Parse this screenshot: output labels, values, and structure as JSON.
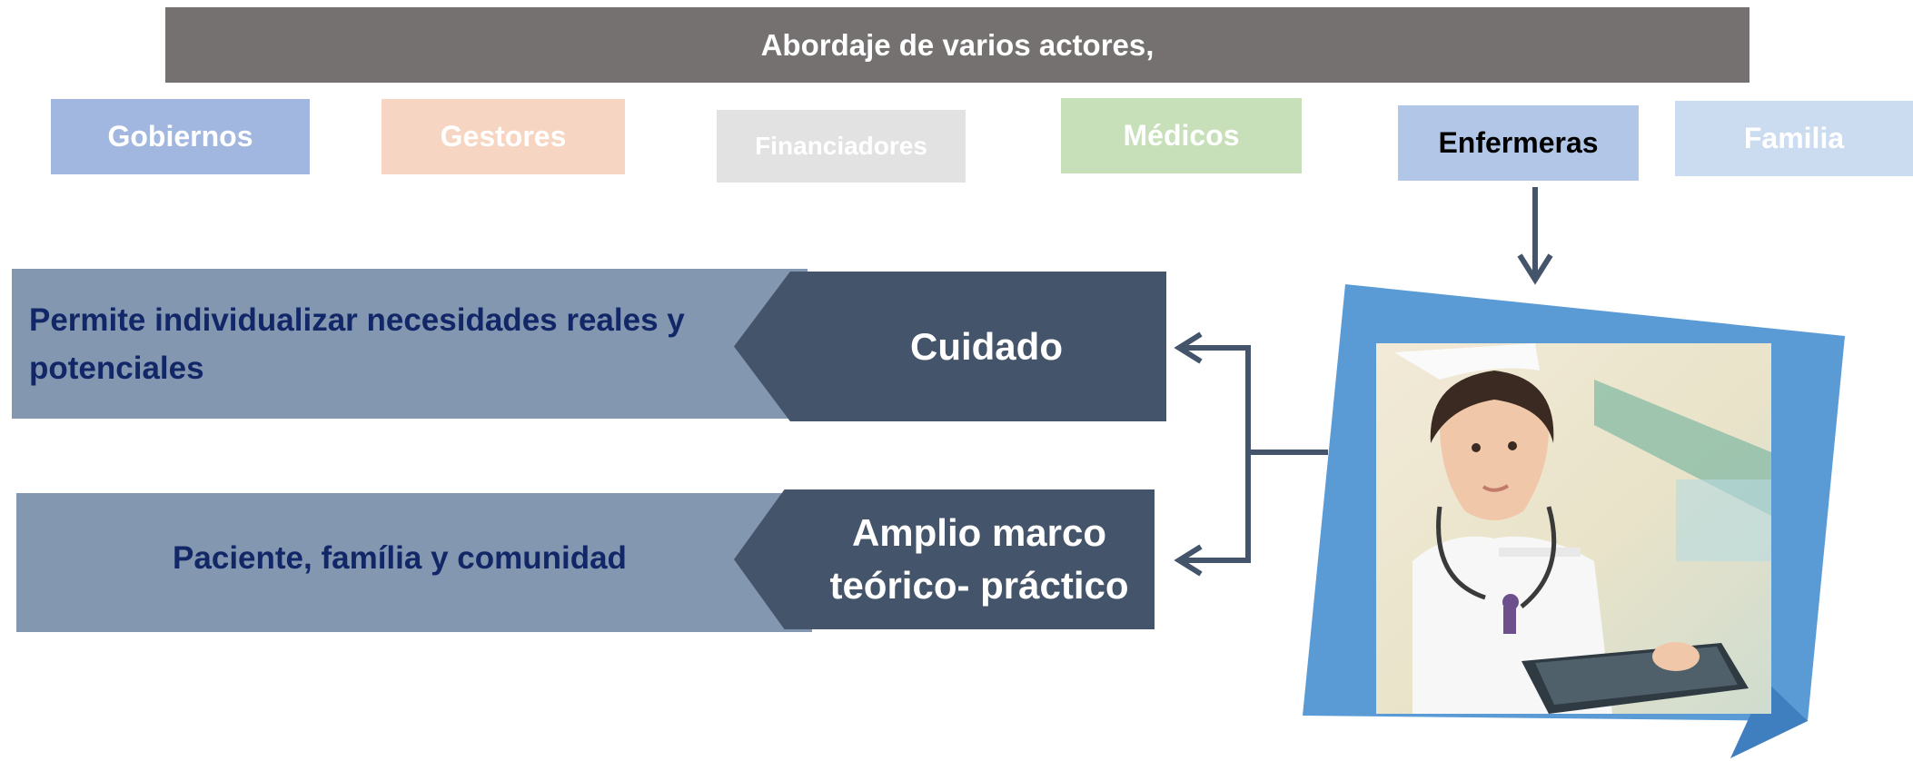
{
  "banner": {
    "title": "Abordaje de varios actores,"
  },
  "actors": [
    {
      "label": "Gobiernos"
    },
    {
      "label": "Gestores"
    },
    {
      "label": "Financiadores"
    },
    {
      "label": "Médicos"
    },
    {
      "label": "Enfermeras"
    },
    {
      "label": "Familia"
    }
  ],
  "rows": [
    {
      "description": "Permite individualizar necesidades  reales y potenciales",
      "concept": "Cuidado"
    },
    {
      "description": "Paciente, família y comunidad",
      "concept": "Amplio marco teórico- práctico"
    }
  ],
  "image": {
    "subject": "nurse-with-tablet"
  },
  "colors": {
    "banner": "#757170",
    "chevron": "#44546a",
    "light_box": "#8497b0",
    "frame": "#5b9bd5",
    "arrow": "#44546a",
    "description_text": "#122768"
  }
}
